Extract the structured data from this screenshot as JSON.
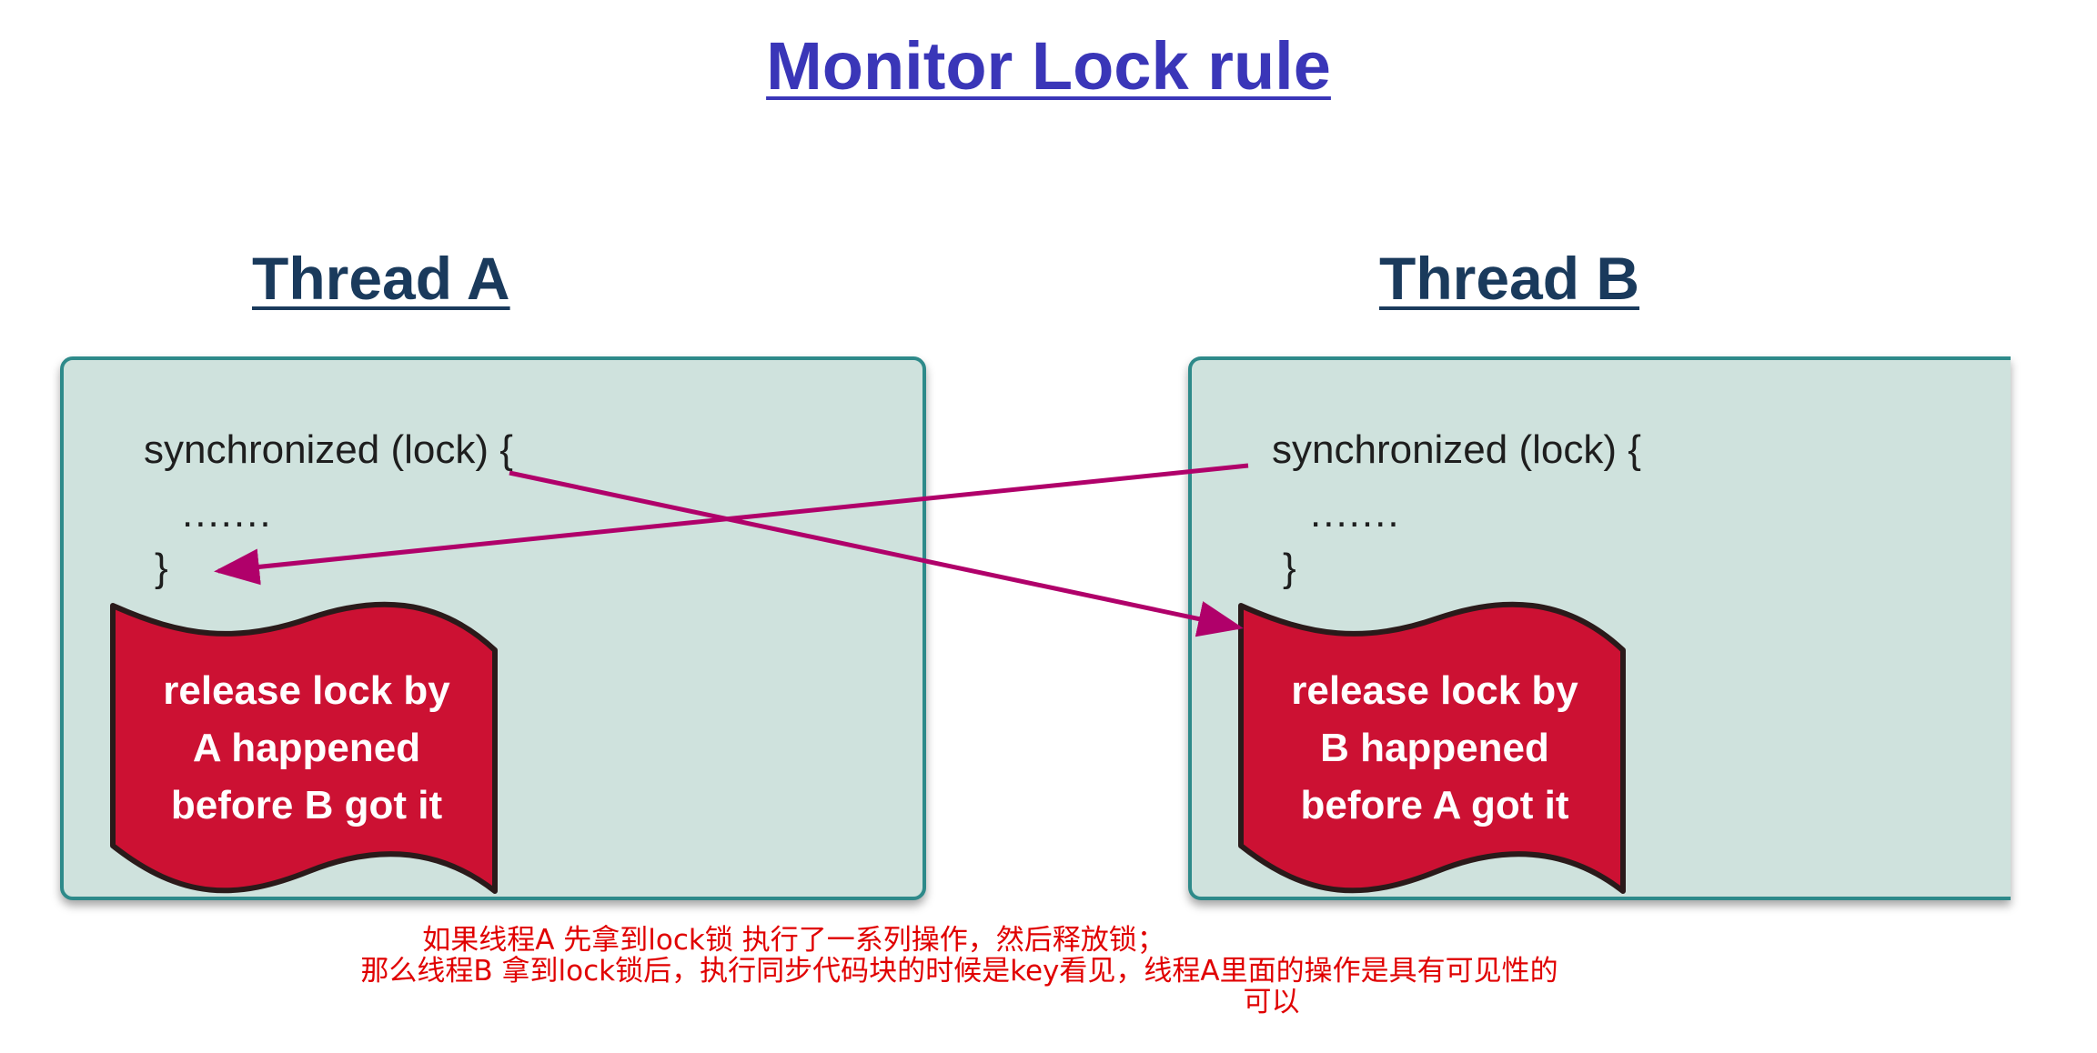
{
  "title": "Monitor Lock rule",
  "thread_a": {
    "title": "Thread A",
    "code": [
      "synchronized (lock) {",
      ".......",
      "}"
    ],
    "flag": "release lock by\nA happened\nbefore B got it"
  },
  "thread_b": {
    "title": "Thread B",
    "code": [
      "synchronized (lock) {",
      ".......",
      "}"
    ],
    "flag": "release lock by\nB happened\nbefore A got it"
  },
  "notes": [
    "如果线程A 先拿到lock锁 执行了一系列操作，然后释放锁；",
    "那么线程B 拿到lock锁后，执行同步代码块的时候是key看见，线程A里面的操作是具有可见性的",
    "可以"
  ],
  "colors": {
    "panel_fill": "#cfe2dd",
    "panel_border": "#2e8a8a",
    "flag": "#cc1133",
    "arrow": "#b0006a",
    "title": "#3a36b8",
    "thread_title": "#1a3a5c",
    "note": "#e00000"
  }
}
